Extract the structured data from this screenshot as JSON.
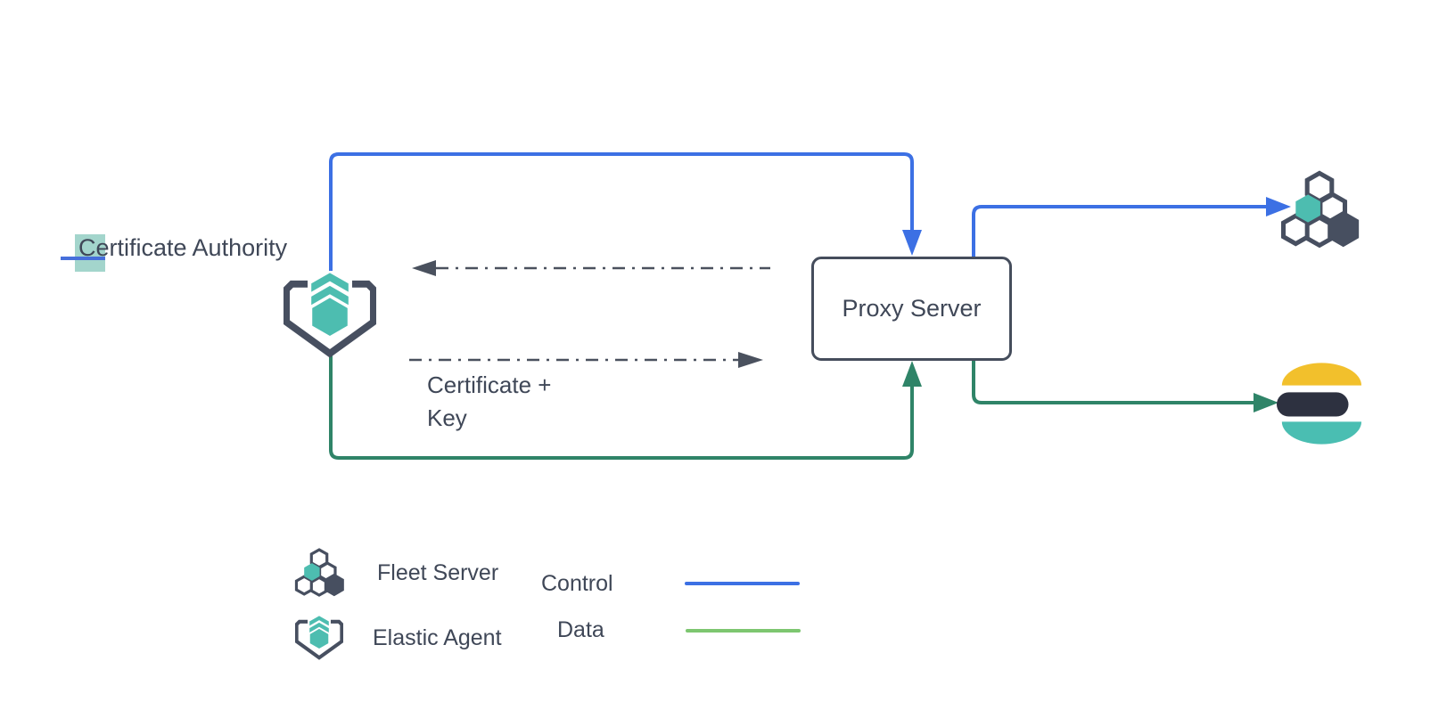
{
  "nodes": {
    "certificate_authority": {
      "label_first_char": "C",
      "label_rest": "ertificate Authority"
    },
    "proxy_server": {
      "label": "Proxy Server"
    },
    "certificate_key": {
      "line1": "Certificate +",
      "line2": "Key"
    }
  },
  "legend": {
    "fleet_server_label": "Fleet Server",
    "elastic_agent_label": "Elastic Agent",
    "control_label": "Control",
    "data_label": "Data"
  },
  "icons": {
    "elastic_agent": "elastic-agent-icon",
    "fleet_server": "fleet-server-icon",
    "elasticsearch": "elasticsearch-logo"
  },
  "colors": {
    "control_blue": "#3c70e4",
    "data_green": "#2f8468",
    "legend_data_green": "#7dc670",
    "dash_gray": "#4a515e",
    "icon_teal": "#4dbdb0",
    "icon_dark_slate": "#474f60",
    "text_dark": "#3f4757",
    "node_border": "#454d5c",
    "es_yellow": "#f2c02c",
    "es_dark": "#2d3140",
    "es_teal": "#4abeb2",
    "selection_teal": "#a3d5cc",
    "cursor_blue": "#466fdb"
  }
}
